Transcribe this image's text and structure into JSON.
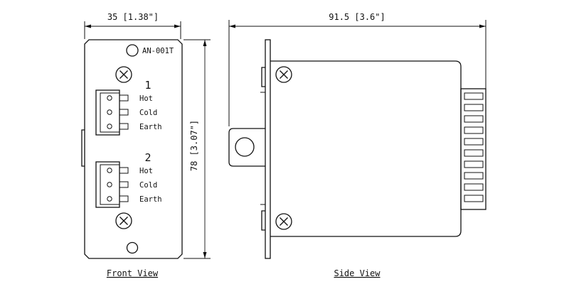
{
  "front_view": {
    "caption": "Front View",
    "width_dimension": "35 [1.38\"]",
    "height_dimension": "78 [3.07\"]",
    "model_label": "AN-001T",
    "channels": [
      {
        "number": "1",
        "pins": [
          "Hot",
          "Cold",
          "Earth"
        ]
      },
      {
        "number": "2",
        "pins": [
          "Hot",
          "Cold",
          "Earth"
        ]
      }
    ]
  },
  "side_view": {
    "caption": "Side View",
    "length_dimension": "91.5 [3.6\"]",
    "connector_fins": 10
  }
}
